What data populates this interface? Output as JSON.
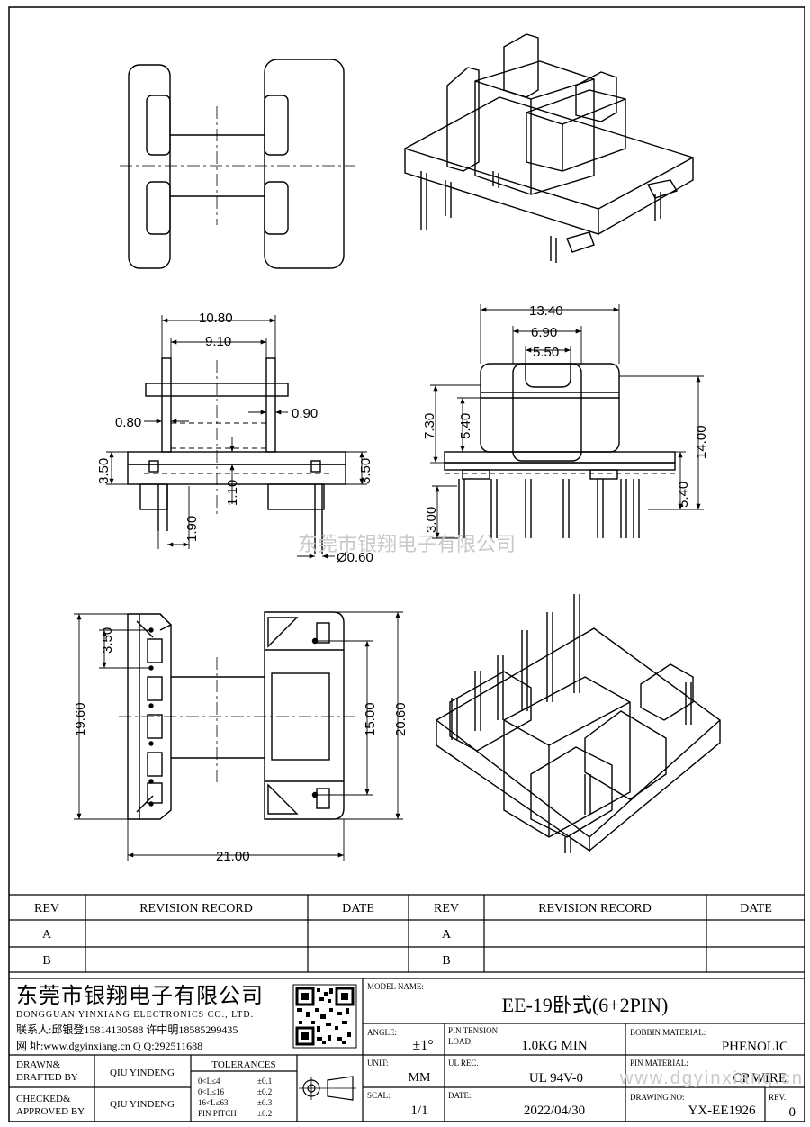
{
  "dimensions": {
    "side_view": {
      "overall_width": "10.80",
      "inner_width": "9.10",
      "flange_left": "0.80",
      "flange_right": "0.90",
      "base_left": "3.50",
      "base_right": "3.50",
      "center_height": "1.10",
      "pin_offset": "1.90",
      "pin_diameter": "Ø0.60"
    },
    "front_view": {
      "overall_width": "13.40",
      "window_width": "6.90",
      "core_width": "5.50",
      "upper_height": "7.30",
      "window_height": "5.40",
      "total_height": "14.00",
      "lower_height": "5.40",
      "pin_length": "3.00"
    },
    "bottom_view": {
      "pitch": "3.50",
      "left_height": "19.60",
      "inner_span": "15.00",
      "right_height": "20.60",
      "overall_length": "21.00"
    }
  },
  "watermark_center": "东莞市银翔电子有限公司",
  "watermark_bottom": "www.dgyinxiang.cn",
  "revision_table": {
    "headers": [
      "REV",
      "REVISION RECORD",
      "DATE",
      "REV",
      "REVISION RECORD",
      "DATE"
    ],
    "rows": [
      "A",
      "B"
    ]
  },
  "company": {
    "name_cn": "东莞市银翔电子有限公司",
    "name_en": "DONGGUAN YINXIANG ELECTRONICS CO., LTD.",
    "contact": "联系人:邱银登15814130588 许中明18585299435",
    "website": "网  址:www.dgyinxiang.cn     Q  Q:292511688"
  },
  "title_block": {
    "model_name_label": "MODEL NAME:",
    "model_name": "EE-19卧式(6+2PIN)",
    "angle_label": "ANGLE:",
    "angle": "±1°",
    "pin_tension_label": "PIN TENSION",
    "load_label": "LOAD:",
    "load": "1.0KG MIN",
    "bobbin_material_label": "BOBBIN MATERIAL:",
    "bobbin_material": "PHENOLIC",
    "unit_label": "UNIT:",
    "unit": "MM",
    "ul_rec_label": "UL REC.",
    "ul_rec": "UL 94V-0",
    "pin_material_label": "PIN MATERIAL:",
    "pin_material": "CP WIRE",
    "scale_label": "SCAL:",
    "scale": "1/1",
    "date_label": "DATE:",
    "date": "2022/04/30",
    "drawing_no_label": "DRAWING NO:",
    "drawing_no": "YX-EE1926",
    "rev_label": "REV.",
    "rev": "0",
    "drawn_label_1": "DRAWN&",
    "drawn_label_2": "DRAFTED BY",
    "drawn_by": "QIU YINDENG",
    "checked_label_1": "CHECKED&",
    "checked_label_2": "APPROVED BY",
    "checked_by": "QIU YINDENG",
    "tolerances_label": "TOLERANCES",
    "tol": [
      {
        "range": "0<L≤4",
        "value": "±0.1"
      },
      {
        "range": "0<L≤16",
        "value": "±0.2"
      },
      {
        "range": "16<L≤63",
        "value": "±0.3"
      },
      {
        "range": "PIN PITCH",
        "value": "±0.2"
      }
    ]
  }
}
